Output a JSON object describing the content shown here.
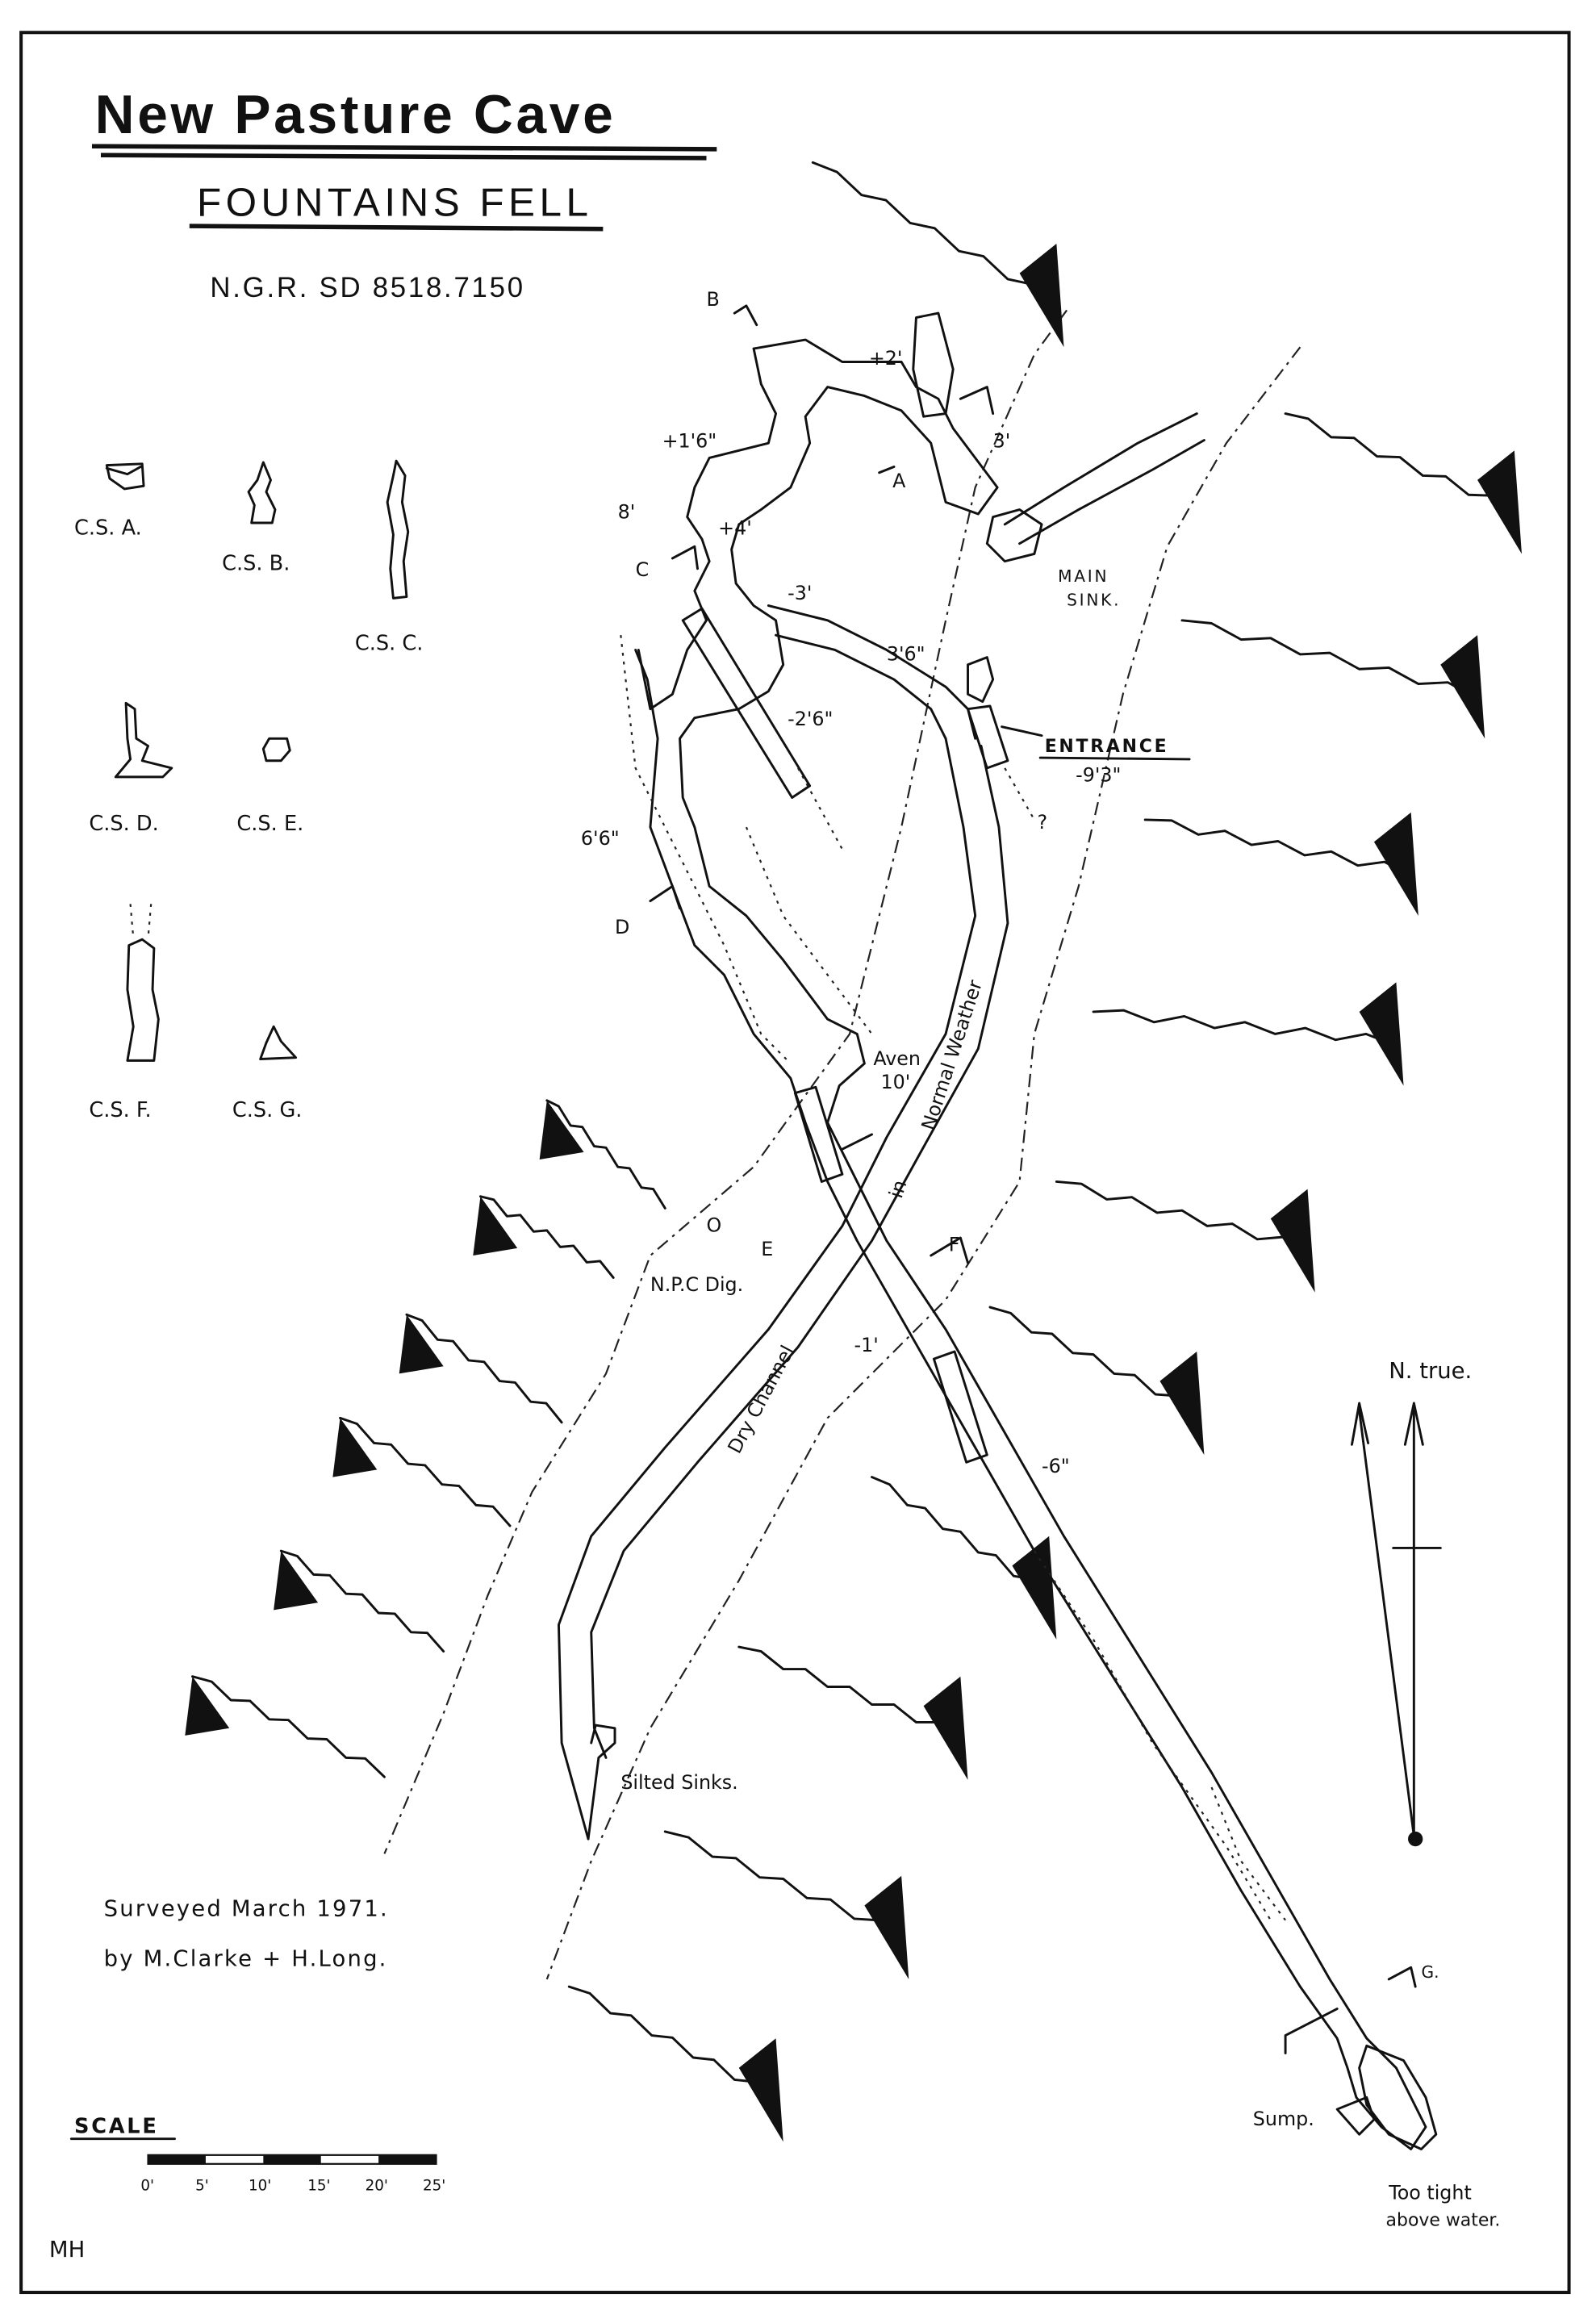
{
  "title": "New Pasture Cave",
  "subtitle": "FOUNTAINS FELL",
  "grid_reference": "N.G.R. SD 8518.7150",
  "cross_sections": [
    {
      "label": "C.S. A."
    },
    {
      "label": "C.S. B."
    },
    {
      "label": "C.S. C."
    },
    {
      "label": "C.S. D."
    },
    {
      "label": "C.S. E."
    },
    {
      "label": "C.S. F."
    },
    {
      "label": "C.S. G."
    }
  ],
  "map_labels": {
    "section_b": "B",
    "section_a": "A",
    "section_c": "C",
    "section_d": "D",
    "section_e": "E",
    "section_f": "F",
    "section_g": "G.",
    "height_plus_2": "+2'",
    "height_3": "3'",
    "height_plus_1_6": "+1'6\"",
    "height_8": "8'",
    "height_plus_4": "+4'",
    "depth_minus_3": "-3'",
    "height_3_6": "3'6\"",
    "depth_minus_2_6": "-2'6\"",
    "height_6_6": "6'6\"",
    "main_sink_1": "MAIN",
    "main_sink_2": "SINK.",
    "entrance": "ENTRANCE",
    "entrance_depth": "-9'3\"",
    "question": "?",
    "aven": "Aven",
    "aven_height": "10'",
    "dig_marker": "O",
    "npc_dig": "N.P.C Dig.",
    "depth_minus_1": "-1'",
    "depth_minus_6": "-6\"",
    "normal_weather": "Normal Weather",
    "in_label": "in",
    "dry_channel": "Dry Channel",
    "silted_sinks": "Silted Sinks.",
    "sump": "Sump.",
    "too_tight_1": "Too tight",
    "too_tight_2": "above water."
  },
  "north_arrow": {
    "label": "N. true."
  },
  "credits": {
    "line1": "Surveyed March 1971.",
    "line2": "by M.Clarke + H.Long."
  },
  "scale": {
    "title": "SCALE",
    "ticks": [
      "0'",
      "5'",
      "10'",
      "15'",
      "20'",
      "25'"
    ]
  },
  "monogram": "MH"
}
